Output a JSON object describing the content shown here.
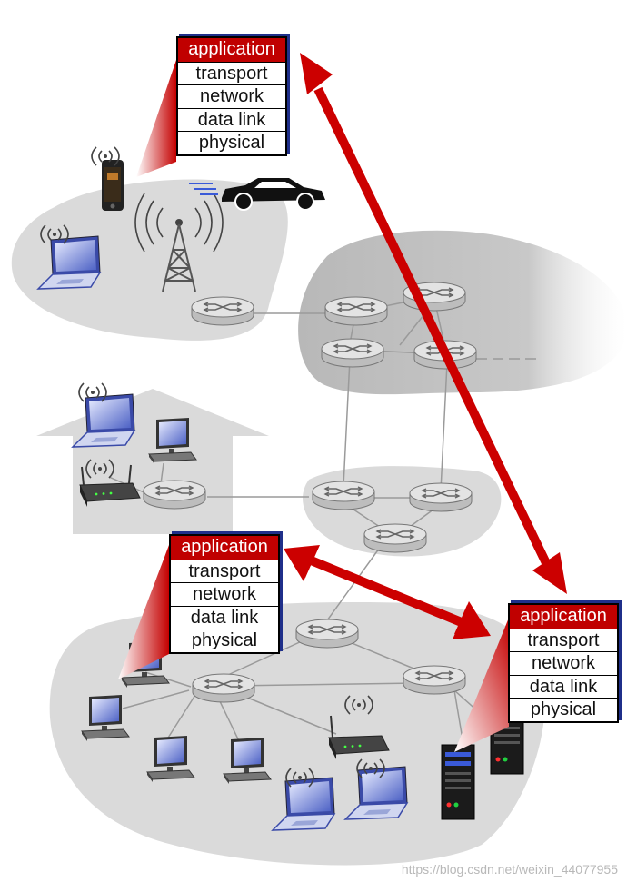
{
  "stack_layers": [
    "application",
    "transport",
    "network",
    "data link",
    "physical"
  ],
  "watermark": "https://blog.csdn.net/weixin_44077955",
  "colors": {
    "application_layer": "#c00000",
    "arrow": "#cc0000",
    "region": "#d8d8d8",
    "router_body": "#d9d9d9",
    "link": "#9a9a9a"
  }
}
